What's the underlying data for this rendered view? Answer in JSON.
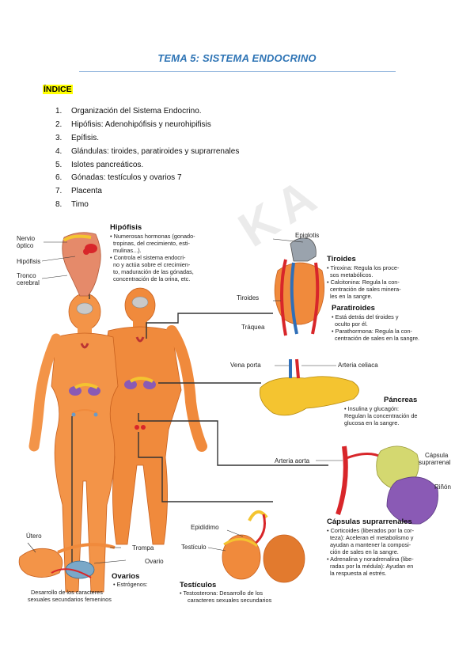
{
  "title": "TEMA 5: SISTEMA ENDOCRINO",
  "indice_label": "ÍNDICE",
  "toc": [
    {
      "num": "1.",
      "text": "Organización del Sistema Endocrino."
    },
    {
      "num": "2.",
      "text": "Hipófisis: Adenohipófisis y neurohipifisis"
    },
    {
      "num": "3.",
      "text": "Epífisis."
    },
    {
      "num": "4.",
      "text": "Glándulas: tiroides, paratiroides y suprarrenales"
    },
    {
      "num": "5.",
      "text": "Islotes pancreáticos."
    },
    {
      "num": "6.",
      "text": "Gónadas: testículos y ovarios 7"
    },
    {
      "num": "7.",
      "text": "Placenta"
    },
    {
      "num": "8.",
      "text": "Timo"
    }
  ],
  "watermark": "KA",
  "figure": {
    "hipofisis": {
      "heading": "Hipófisis",
      "lines": [
        "• Numerosas hormonas (gonado-",
        "tropinas, del crecimiento, esti-",
        "mulinas...).",
        "• Controla el sistema endocri-",
        "no y actúa sobre el crecimien-",
        "to, maduración de las gónadas,",
        "concentración de la orina, etc."
      ],
      "labels": {
        "nervio1": "Nervio",
        "nervio2": "óptico",
        "hipofisis": "Hipófisis",
        "tronco1": "Tronco",
        "tronco2": "cerebral"
      }
    },
    "tiroides": {
      "epiglotis": "Epiglotis",
      "tiroides_label": "Tiroides",
      "traquea": "Tráquea",
      "heading": "Tiroides",
      "lines": [
        "• Tiroxina: Regula los proce-",
        "sos metabólicos.",
        "• Calcitonina: Regula la con-",
        "centración de sales minera-",
        "les en la sangre."
      ],
      "para_heading": "Paratiroides",
      "para_lines": [
        "• Está detrás del tiroides y",
        "oculto por él.",
        "• Parathormona: Regula la con-",
        "centración de sales en la sangre."
      ]
    },
    "pancreas": {
      "vena": "Vena porta",
      "arteria": "Arteria celiaca",
      "heading": "Páncreas",
      "lines": [
        "• Insulina y glucagón:",
        "Regulan la concentración de",
        "glucosa en la sangre."
      ]
    },
    "suprarrenales": {
      "aorta": "Arteria aorta",
      "capsula1": "Cápsula",
      "capsula2": "suprarrenal",
      "rinon": "Riñón",
      "heading": "Cápsulas suprarrenales",
      "lines": [
        "• Corticoides (liberados por la cor-",
        "teza): Aceleran el metabolismo y",
        "ayudan a mantener la composi-",
        "ción de sales en la sangre.",
        "• Adrenalina y noradrenalina (libe-",
        "radas por la médula): Ayudan en",
        "la respuesta al estrés."
      ]
    },
    "testiculos": {
      "epididimo": "Epidídimo",
      "testiculo": "Testículo",
      "heading": "Testículos",
      "lines": [
        "• Testosterona: Desarrollo de los",
        "caracteres sexuales secundarios"
      ]
    },
    "ovarios": {
      "utero": "Útero",
      "trompa": "Trompa",
      "ovario": "Ovario",
      "heading": "Ovarios",
      "lines": [
        "• Estrógenos:",
        "Desarrollo de los caracteres",
        "sexuales secundarios femeninos"
      ]
    },
    "colors": {
      "skin": "#f08a3c",
      "skin_dark": "#d96a22",
      "red": "#d8262a",
      "blue": "#2f6fb8",
      "pancreas": "#f4c430",
      "kidney": "#8a5ab5",
      "adrenal": "#d4d870"
    }
  }
}
